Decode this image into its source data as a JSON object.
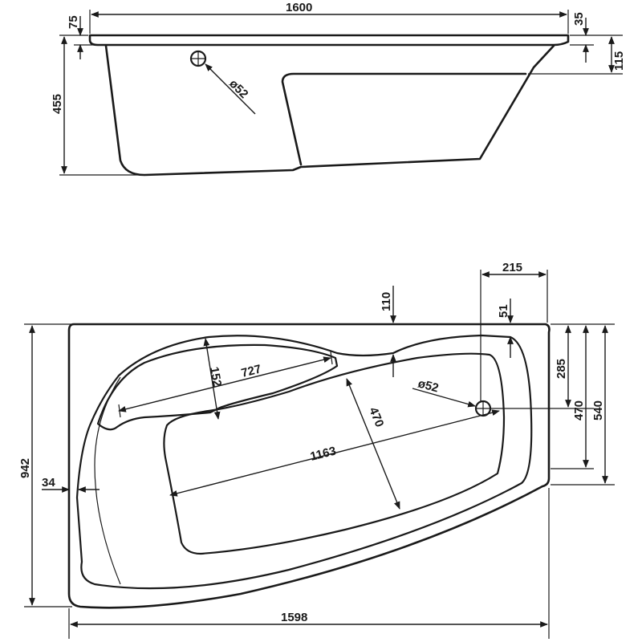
{
  "side_view": {
    "overall_length": "1600",
    "rim_offset": "75",
    "rim_thickness": "35",
    "rim_to_step": "115",
    "total_height": "455",
    "drain_diameter": "ø52"
  },
  "top_view": {
    "headrest_offset": "215",
    "rim_gap_top": "110",
    "overflow_inset": "51",
    "top_to_overflow": "285",
    "inner_width_narrow": "470",
    "end_width": "540",
    "armrest_length": "727",
    "armrest_width": "152",
    "drain_diameter": "ø52",
    "basin_length": "1163",
    "basin_width": "470",
    "overall_width": "942",
    "side_rim": "34",
    "overall_length": "1598"
  }
}
